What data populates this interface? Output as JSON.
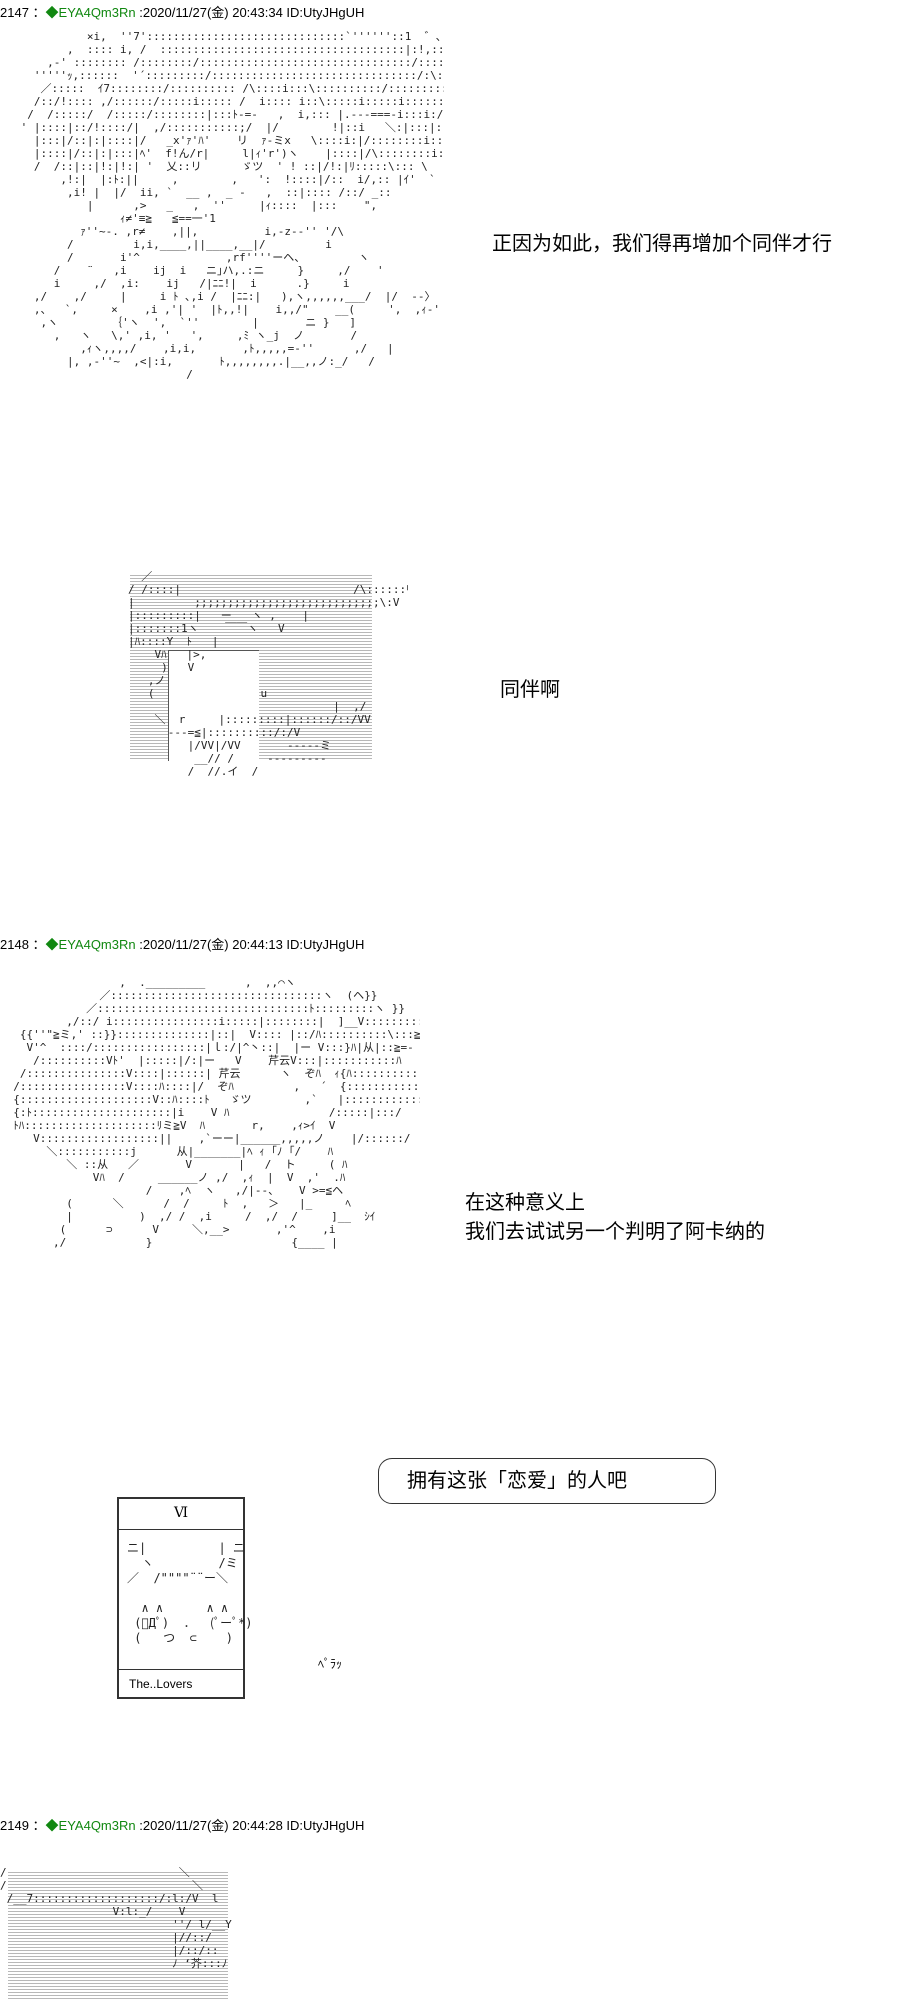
{
  "posts": [
    {
      "number": "2147",
      "separator": " ：",
      "trip": "◆EYA4Qm3Rn",
      "meta": " :2020/11/27(金) 20:43:34 ID:UtyJHgUH",
      "dialog": [
        "正因为如此，我们得再增加个同伴才行",
        "同伴啊"
      ]
    },
    {
      "number": "2148",
      "separator": " ：",
      "trip": "◆EYA4Qm3Rn",
      "meta": " :2020/11/27(金) 20:44:13 ID:UtyJHgUH",
      "dialog": [
        "在这种意义上",
        "我们去试试另一个判明了阿卡纳的",
        "拥有这张「恋爱」的人吧"
      ]
    },
    {
      "number": "2149",
      "separator": " ：",
      "trip": "◆EYA4Qm3Rn",
      "meta": " :2020/11/27(金) 20:44:28 ID:UtyJHgUH",
      "dialog": []
    }
  ],
  "tarot_card": {
    "numeral": "Ⅵ",
    "name": "The..Lovers",
    "art": "ニ|          | ニ\n  ヽ         /ミ\n／  /\"\"\"\"¨¨ー＼\n\n  ∧ ∧      ∧ ∧\n (ﾟДﾟ)  ．  (ﾟーﾟ*)\n (   つ  ⊂    )"
  },
  "sound_effect": "ﾍﾟﾗｯ",
  "trip_color": "#118811"
}
